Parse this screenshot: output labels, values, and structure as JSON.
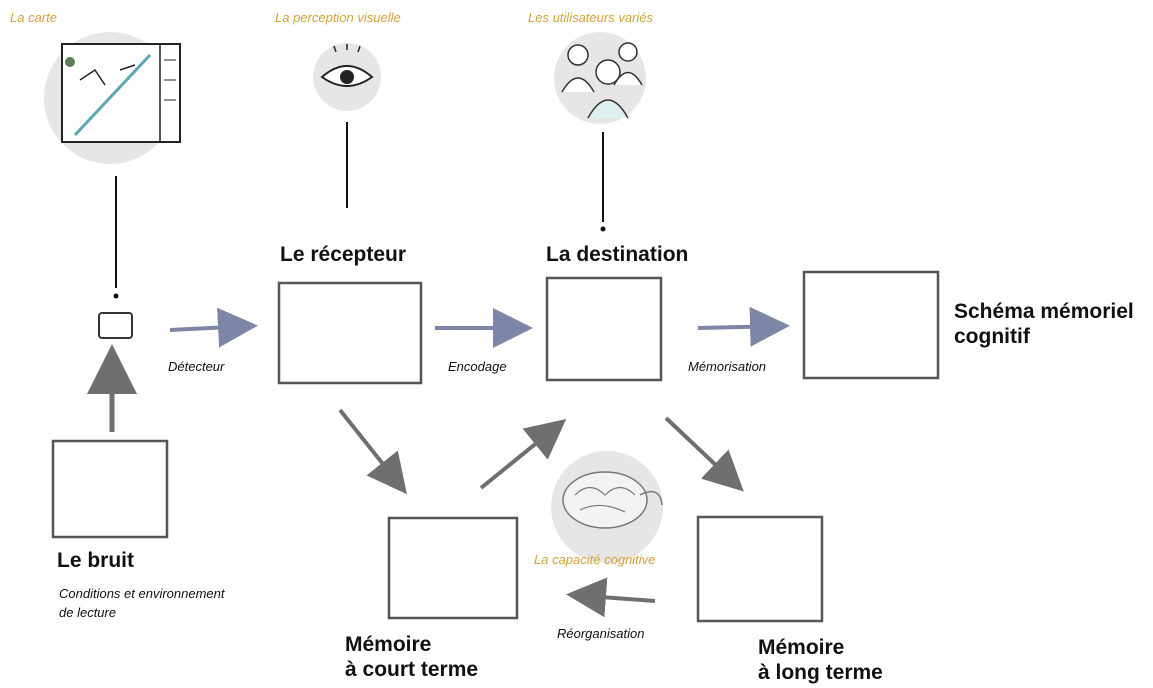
{
  "icons": {
    "map": {
      "caption": "La carte",
      "icon": "map-icon"
    },
    "eye": {
      "caption": "La perception visuelle",
      "icon": "eye-icon"
    },
    "users": {
      "caption": "Les utilisateurs variés",
      "icon": "users-icon"
    },
    "brain": {
      "caption": "La capacité cognitive",
      "icon": "brain-icon"
    }
  },
  "nodes": {
    "recepteur": {
      "line1": "Le récepteur"
    },
    "destination": {
      "line1": "La destination"
    },
    "schema": {
      "line1": "Schéma mémoriel",
      "line2": "cognitif"
    },
    "bruit": {
      "line1": "Le bruit",
      "desc1": "Conditions et environnement",
      "desc2": "de lecture"
    },
    "court_terme": {
      "line1": "Mémoire",
      "line2": "à court terme"
    },
    "long_terme": {
      "line1": "Mémoire",
      "line2": "à long terme"
    }
  },
  "edges": {
    "detecteur": "Détecteur",
    "encodage": "Encodage",
    "memorisation": "Mémorisation",
    "reorganisation": "Réorganisation"
  },
  "colors": {
    "caption": "#d4a13a",
    "arrow_blue": "#7e86a8",
    "arrow_gray": "#6f6f6f",
    "circle": "#e6e6e6",
    "box_stroke": "#555555"
  }
}
